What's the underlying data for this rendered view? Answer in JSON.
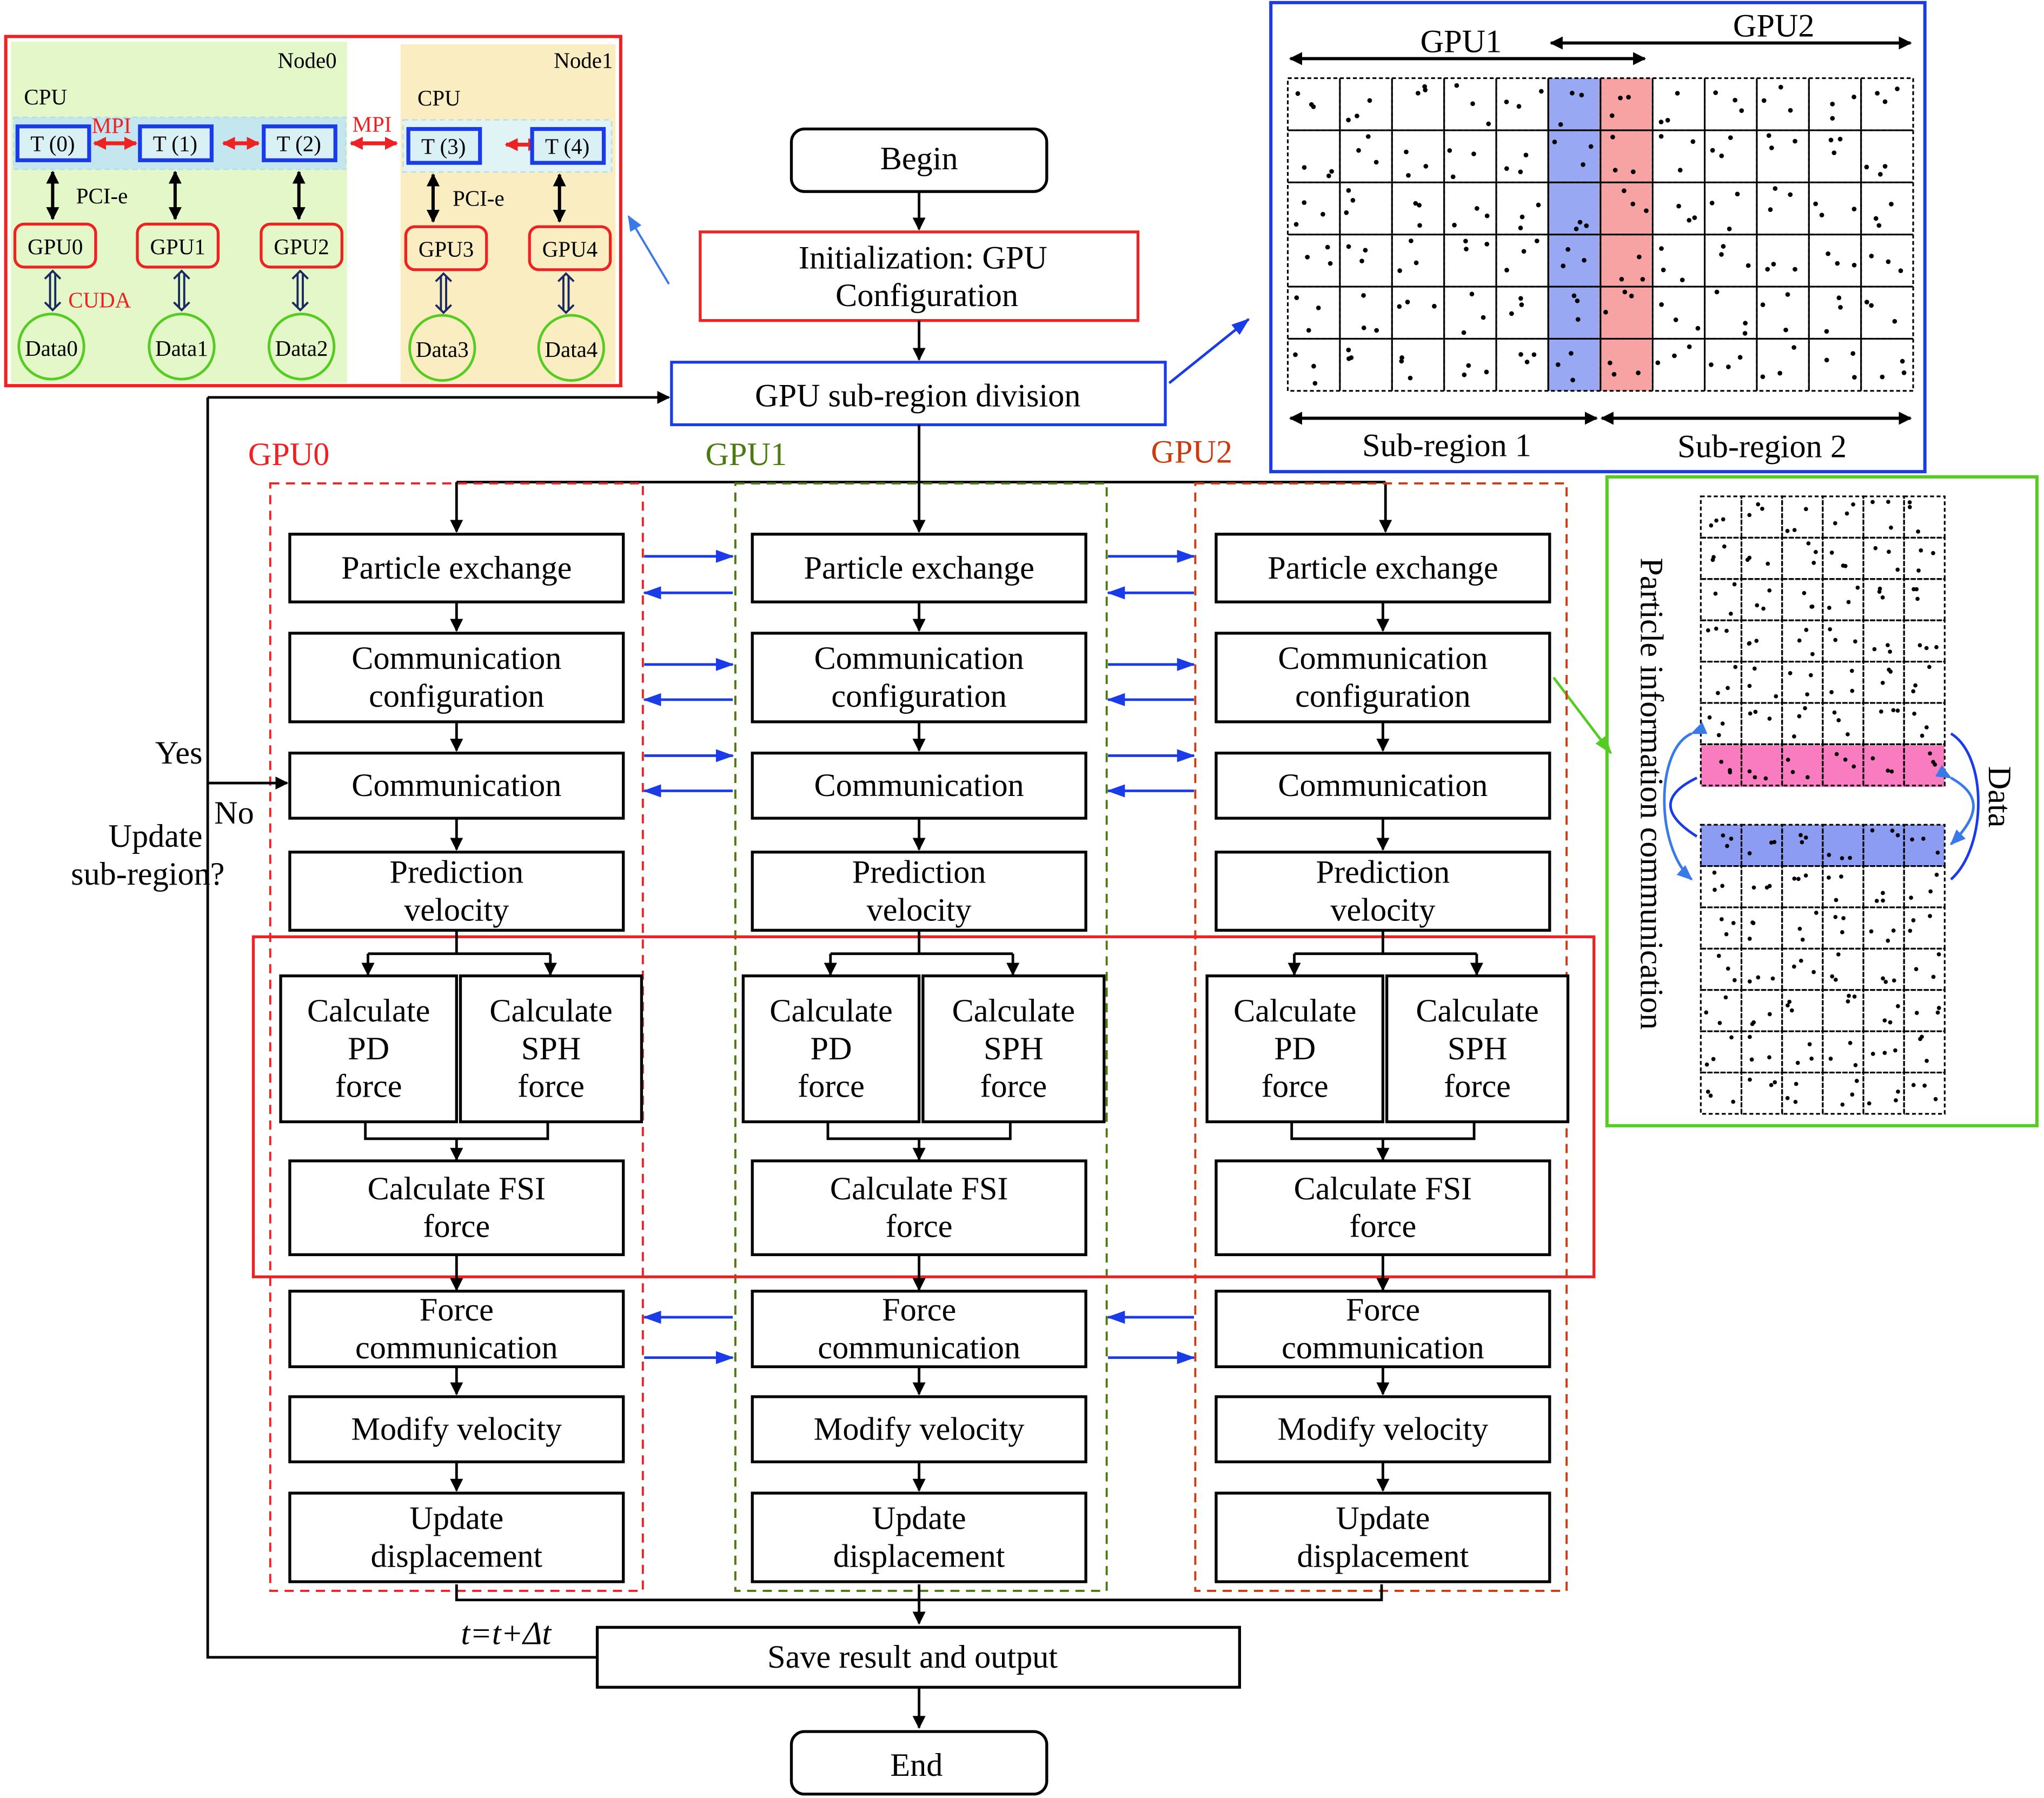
{
  "colors": {
    "red": "#ee2222",
    "blue": "#1a3be8",
    "green_gpu1": "#4a7a10",
    "orange_gpu2": "#cc3a10",
    "panel_green": "#55cc22",
    "node0_bg": "#e4f7c8",
    "node1_bg": "#fbedc2",
    "cpu_band": "#c4e6ee",
    "halo_blue": "#99a8f2",
    "halo_red": "#f7a3a3",
    "halo_pink": "#f97cc0",
    "halo_blue2": "#8c9cf2"
  },
  "cluster_panel": {
    "node0": {
      "label": "Node0",
      "cpu_label": "CPU",
      "pcie_label": "PCI-e",
      "cuda_label": "CUDA"
    },
    "node1": {
      "label": "Node1",
      "cpu_label": "CPU",
      "pcie_label": "PCI-e"
    },
    "mpi_label": "MPI",
    "threads": [
      "T (0)",
      "T (1)",
      "T (2)",
      "T (3)",
      "T (4)"
    ],
    "gpus": [
      "GPU0",
      "GPU1",
      "GPU2",
      "GPU3",
      "GPU4"
    ],
    "data": [
      "Data0",
      "Data1",
      "Data2",
      "Data3",
      "Data4"
    ]
  },
  "subregion_panel": {
    "gpu1_label": "GPU1",
    "gpu2_label": "GPU2",
    "sub1_label": "Sub-region 1",
    "sub2_label": "Sub-region 2"
  },
  "comm_panel": {
    "side_label": "Particle information communication",
    "data_label": "Data"
  },
  "flow": {
    "begin": "Begin",
    "init_line1": "Initialization: GPU",
    "init_line2": "Configuration",
    "division": "GPU sub-region division",
    "yes": "Yes",
    "no": "No",
    "update_q_line1": "Update",
    "update_q_line2": "sub-region?",
    "time_step": "t=t+Δt",
    "save": "Save result and output",
    "end": "End",
    "columns": [
      {
        "label": "GPU0"
      },
      {
        "label": "GPU1"
      },
      {
        "label": "GPU2"
      }
    ],
    "steps": {
      "particle_exchange": "Particle exchange",
      "comm_config_1": "Communication",
      "comm_config_2": "configuration",
      "communication": "Communication",
      "prediction_1": "Prediction",
      "prediction_2": "velocity",
      "calc": "Calculate",
      "pd": "PD",
      "sph": "SPH",
      "force": "force",
      "fsi_1": "Calculate FSI",
      "fsi_2": "force",
      "force_comm_1": "Force",
      "force_comm_2": "communication",
      "modify_velocity": "Modify velocity",
      "update_1": "Update",
      "update_2": "displacement"
    }
  }
}
